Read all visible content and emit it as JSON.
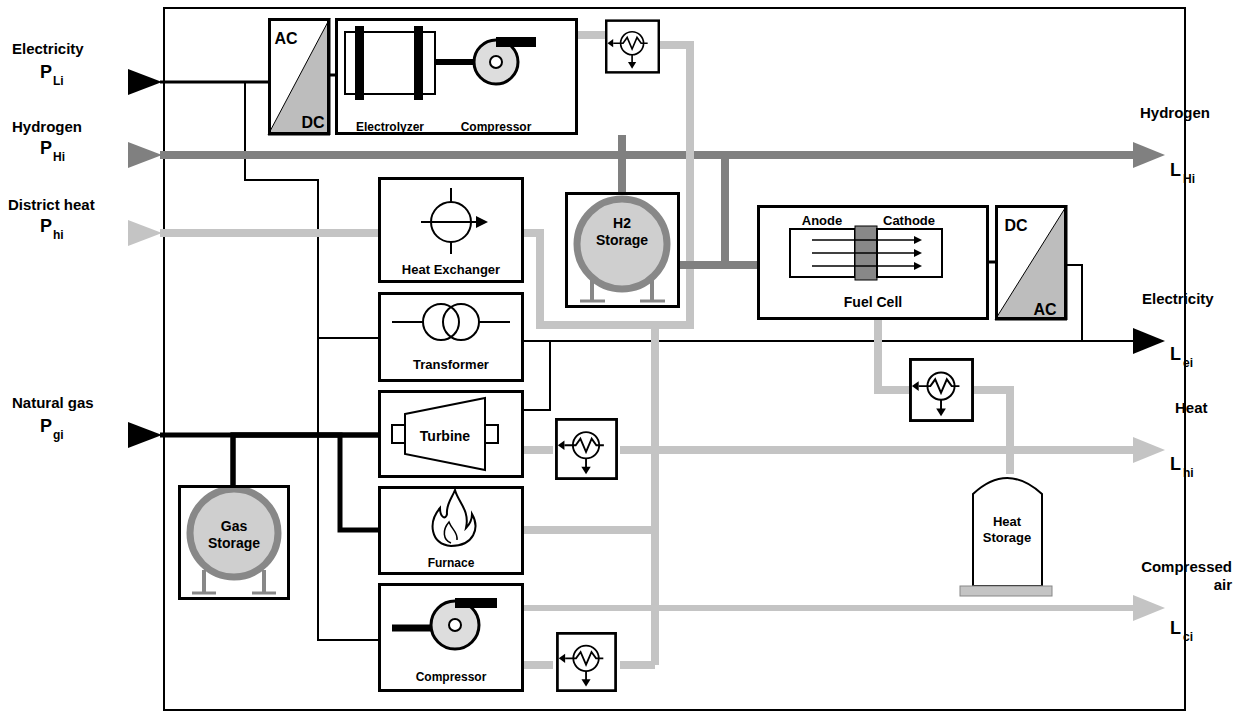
{
  "diagram": {
    "nodes": [
      {
        "text": [
          "AC",
          "DC"
        ]
      },
      {
        "text": [
          "Electrolyzer",
          "Compressor"
        ]
      },
      {
        "text": [
          "Heat Exchanger"
        ]
      },
      {
        "text": [
          "H2 Storage"
        ]
      },
      {
        "text": [
          "Anode",
          "Cathode",
          "Fuel Cell"
        ]
      },
      {
        "text": [
          "DC",
          "AC"
        ]
      },
      {
        "text": [
          "Transformer"
        ]
      },
      {
        "text": [
          "Turbine"
        ]
      },
      {
        "text": [
          "Gas Storage"
        ]
      },
      {
        "text": [
          "Furnace"
        ]
      },
      {
        "text": [
          "Heat Storage"
        ]
      },
      {
        "text": [
          "Compressor"
        ]
      }
    ],
    "edges": [
      {
        "from": 0,
        "to": 1,
        "arrow": "none"
      },
      {
        "from": 1,
        "to": 3,
        "arrow": "none"
      },
      {
        "from": 3,
        "to": 4,
        "arrow": "none"
      },
      {
        "from": 4,
        "to": 5,
        "arrow": "none"
      },
      {
        "from": 4,
        "to": 10,
        "arrow": "none"
      },
      {
        "from": 8,
        "to": 7,
        "arrow": "none"
      },
      {
        "from": 8,
        "to": 9,
        "arrow": "none"
      },
      {
        "from": 7,
        "to": 6,
        "arrow": "none"
      }
    ],
    "labels": [
      "Electricity",
      "P",
      "Li",
      "Hydrogen",
      "P",
      "Hi",
      "District heat",
      "P",
      "hi",
      "Natural gas",
      "P",
      "gi",
      "Hydrogen",
      "L",
      "Hi",
      "Electricity",
      "L",
      "ei",
      "Heat",
      "L",
      "hi",
      "Compressed air",
      "L",
      "ci"
    ]
  }
}
